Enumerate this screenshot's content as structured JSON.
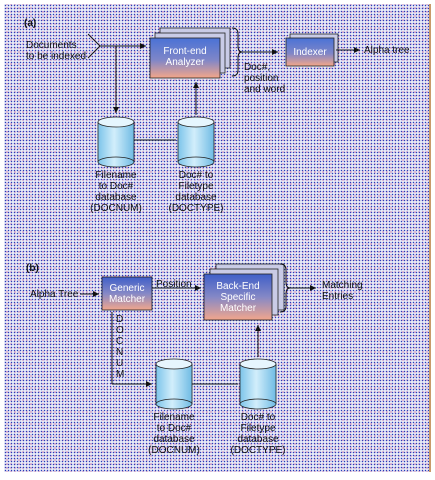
{
  "part_a": {
    "label": "(a)",
    "input": [
      "Documents",
      "to be indexed"
    ],
    "frontend": [
      "Front-end",
      "Analyzer"
    ],
    "doc_info": [
      "Doc#,",
      "position",
      "and word"
    ],
    "indexer": "Indexer",
    "output": "Alpha tree",
    "db1": [
      "Filename",
      "to Doc#",
      "database",
      "(DOCNUM)"
    ],
    "db2": [
      "Doc# to",
      "Filetype",
      "database",
      "(DOCTYPE)"
    ]
  },
  "part_b": {
    "label": "(b)",
    "input": "Alpha Tree",
    "generic": [
      "Generic",
      "Matcher"
    ],
    "position": "Position",
    "backend": [
      "Back-End",
      "Specific",
      "Matcher"
    ],
    "output": [
      "Matching",
      "Entries"
    ],
    "docnum_vertical": "DOCNUM",
    "db1": [
      "Filename",
      "to Doc#",
      "database",
      "(DOCNUM)"
    ],
    "db2": [
      "Doc# to",
      "Filetype",
      "database",
      "(DOCTYPE)"
    ]
  },
  "colors": {
    "box_top": "#4f78d8",
    "box_bottom": "#f1a08a",
    "cylinder": "#9fd6f0",
    "arrow": "#111111"
  }
}
